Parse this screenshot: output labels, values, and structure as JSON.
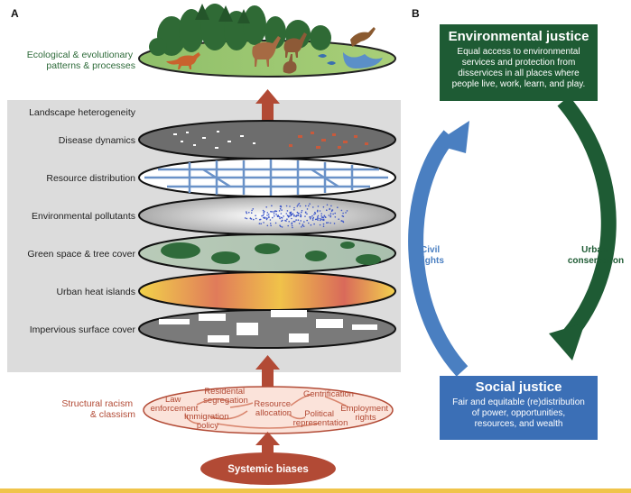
{
  "panel_a": {
    "letter": "A",
    "top_label": [
      "Ecological & evolutionary",
      "patterns & processes"
    ],
    "layers": [
      "Landscape heterogeneity",
      "Disease dynamics",
      "Resource distribution",
      "Environmental pollutants",
      "Green space & tree cover",
      "Urban heat islands",
      "Impervious surface cover"
    ],
    "structural_label": [
      "Structural racism",
      "& classism"
    ],
    "nodes": {
      "law_enforcement": [
        "Law",
        "enforcement"
      ],
      "residental_segregation": [
        "Residental",
        "segregation"
      ],
      "immigration_policy": [
        "Immigration",
        "policy"
      ],
      "resource_allocation": [
        "Resource",
        "allocation"
      ],
      "gentrification": [
        "Gentrification"
      ],
      "political_representation": [
        "Political",
        "representation"
      ],
      "employment_rights": [
        "Employment",
        "rights"
      ]
    },
    "systemic_biases": "Systemic biases"
  },
  "panel_b": {
    "letter": "B",
    "env_justice": {
      "title": "Environmental justice",
      "body": [
        "Equal access to environmental",
        "services and protection from",
        "disservices in all places where",
        "people live, work, learn, and play."
      ]
    },
    "social_justice": {
      "title": "Social justice",
      "body": [
        "Fair and equitable (re)distribution",
        "of power, opportunities,",
        "resources, and wealth"
      ]
    },
    "left_arrow_label": [
      "Civil",
      "rights"
    ],
    "right_arrow_label": [
      "Urban",
      "conservation"
    ]
  },
  "colors": {
    "env_green": "#1e5b34",
    "social_blue": "#3b6fb6",
    "arrow_blue": "#4a7fc1",
    "arrow_red": "#b24a35",
    "label_green": "#2e6b3a",
    "label_red": "#b24a35",
    "gray_panel": "#dcdcdc",
    "bottom_rule": "#f0c44a"
  }
}
